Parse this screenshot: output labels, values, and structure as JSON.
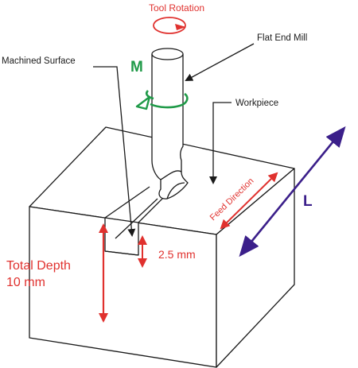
{
  "labels": {
    "tool_rotation": "Tool Rotation",
    "flat_end_mill": "Flat End Mill",
    "machined_surface": "Machined Surface",
    "moment": "M",
    "workpiece": "Workpiece",
    "feed_direction": "Feed Direction",
    "length": "L",
    "cut_depth": "2.5 mm",
    "total_depth_line1": "Total Depth",
    "total_depth_line2": "10 mm"
  },
  "colors": {
    "outline": "#1a1a1a",
    "red": "#e0312e",
    "green": "#1f9a48",
    "purple": "#3b1f8a"
  }
}
